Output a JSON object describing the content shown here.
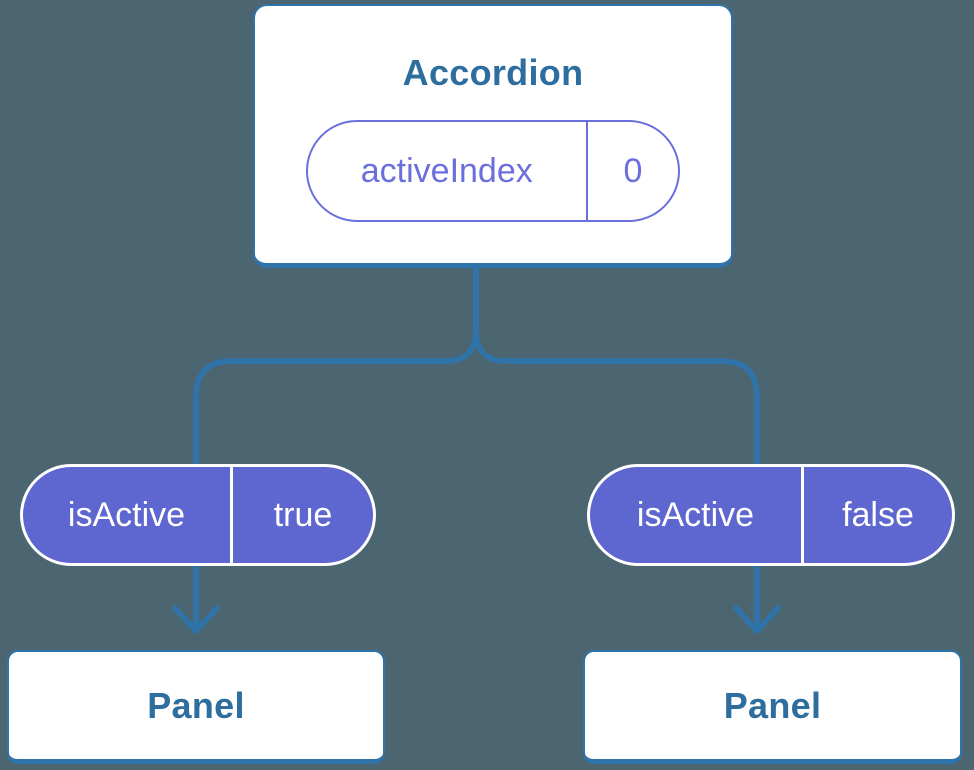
{
  "colors": {
    "background": "#4c6671",
    "stroke_blue": "#2e74ab",
    "title_blue": "#2d6e9e",
    "purple_fill": "#5e66cf",
    "purple_text": "#6a6fdb",
    "card_white": "#ffffff"
  },
  "tree": {
    "root": {
      "title": "Accordion",
      "state": {
        "name": "activeIndex",
        "value": "0"
      }
    },
    "children": [
      {
        "prop": {
          "name": "isActive",
          "value": "true"
        },
        "panel_title": "Panel"
      },
      {
        "prop": {
          "name": "isActive",
          "value": "false"
        },
        "panel_title": "Panel"
      }
    ]
  }
}
